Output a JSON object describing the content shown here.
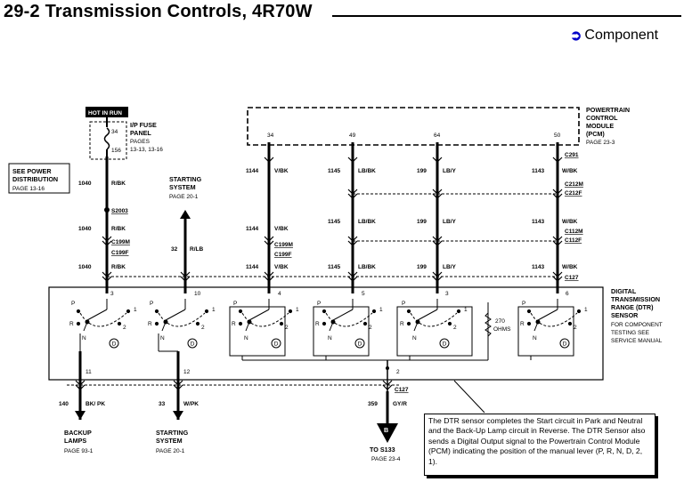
{
  "header": {
    "title": "29-2 Transmission Controls, 4R70W",
    "link_label": "Component",
    "link_icon": "arrow-right-circle-icon"
  },
  "hot_in_run": "HOT IN RUN",
  "fuse_panel": {
    "name1": "I/P FUSE",
    "name2": "PANEL",
    "pages": "PAGES",
    "pages2": "13-13, 13-16",
    "pin_top": "34",
    "pin_bottom": "156"
  },
  "see_power": {
    "l1": "SEE POWER",
    "l2": "DISTRIBUTION",
    "l3": "PAGE 13-16"
  },
  "starting_top": {
    "l1": "STARTING",
    "l2": "SYSTEM",
    "l3": "PAGE 20-1",
    "circuit": "32",
    "color": "R/LB"
  },
  "pcm": {
    "l1": "POWERTRAIN",
    "l2": "CONTROL",
    "l3": "MODULE",
    "l4": "(PCM)",
    "l5": "PAGE 23-3",
    "pins": [
      "34",
      "49",
      "64",
      "50"
    ]
  },
  "wires": {
    "w1040": {
      "circuit": "1040",
      "color": "R/BK"
    },
    "w1144": {
      "circuit": "1144",
      "color": "V/BK"
    },
    "w1145": {
      "circuit": "1145",
      "color": "LB/BK"
    },
    "w199": {
      "circuit": "199",
      "color": "LB/Y"
    },
    "w1143": {
      "circuit": "1143",
      "color": "W/BK"
    }
  },
  "splice": "S2003",
  "connectors": {
    "c291": "C291",
    "c212m": "C212M",
    "c212f": "C212F",
    "c112m": "C112M",
    "c112f": "C112F",
    "c127": "C127",
    "c199m": "C199M",
    "c199f": "C199F"
  },
  "dtr": {
    "l1": "DIGITAL",
    "l2": "TRANSMISSION",
    "l3": "RANGE (DTR)",
    "l4": "SENSOR",
    "l5": "FOR COMPONENT",
    "l6": "TESTING SEE",
    "l7": "SERVICE  MANUAL",
    "top_pins": [
      "3",
      "10",
      "4",
      "5",
      "3",
      "6"
    ],
    "bottom_pins": [
      "11",
      "12",
      "2"
    ],
    "resistor": "270",
    "ohms": "OHMS",
    "sw_labels": [
      "P",
      "R",
      "N",
      "D",
      "2",
      "1"
    ]
  },
  "bottom": {
    "backup": {
      "circuit": "140",
      "color": "BK/ PK",
      "l1": "BACKUP",
      "l2": "LAMPS",
      "l3": "PAGE 93-1"
    },
    "starting": {
      "circuit": "33",
      "color": "W/PK",
      "l1": "STARTING",
      "l2": "SYSTEM",
      "l3": "PAGE 20-1"
    },
    "s133": {
      "circuit": "359",
      "color": "GY/R",
      "marker": "B",
      "l1": "TO S133",
      "l2": "PAGE 23-4"
    }
  },
  "note": "The DTR sensor completes the Start circuit in Park and Neutral and the Back-Up Lamp circuit in Reverse.  The DTR Sensor also sends a Digital Output signal to the Powertrain Control Module (PCM) indicating the position of the manual lever (P, R, N, D, 2, 1)."
}
